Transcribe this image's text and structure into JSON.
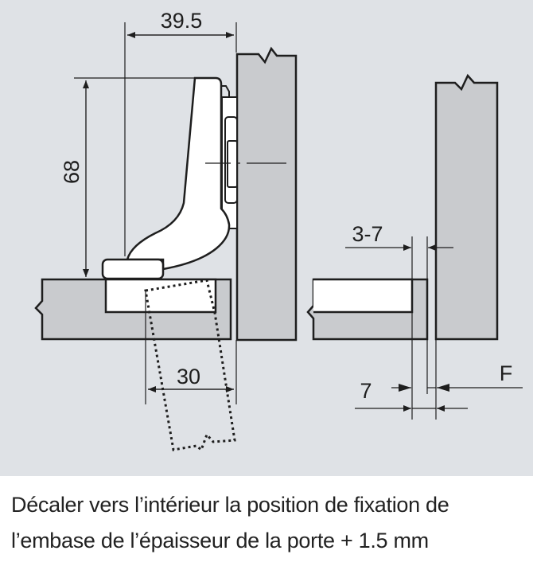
{
  "figure": {
    "colors": {
      "background": "#dfe2e6",
      "panel": "#c9cbce",
      "hinge": "#ffffff",
      "line": "#1e1e1e"
    },
    "dimensions": {
      "overall_width": "39.5",
      "height": "68",
      "cup_distance": "30",
      "overlay_range": "3-7",
      "offset": "7",
      "door_label": "F"
    }
  },
  "caption": {
    "line1": "Décaler vers l’intérieur la position de fixation de",
    "line2": "l’embase de l’épaisseur de la porte + 1.5 mm"
  }
}
